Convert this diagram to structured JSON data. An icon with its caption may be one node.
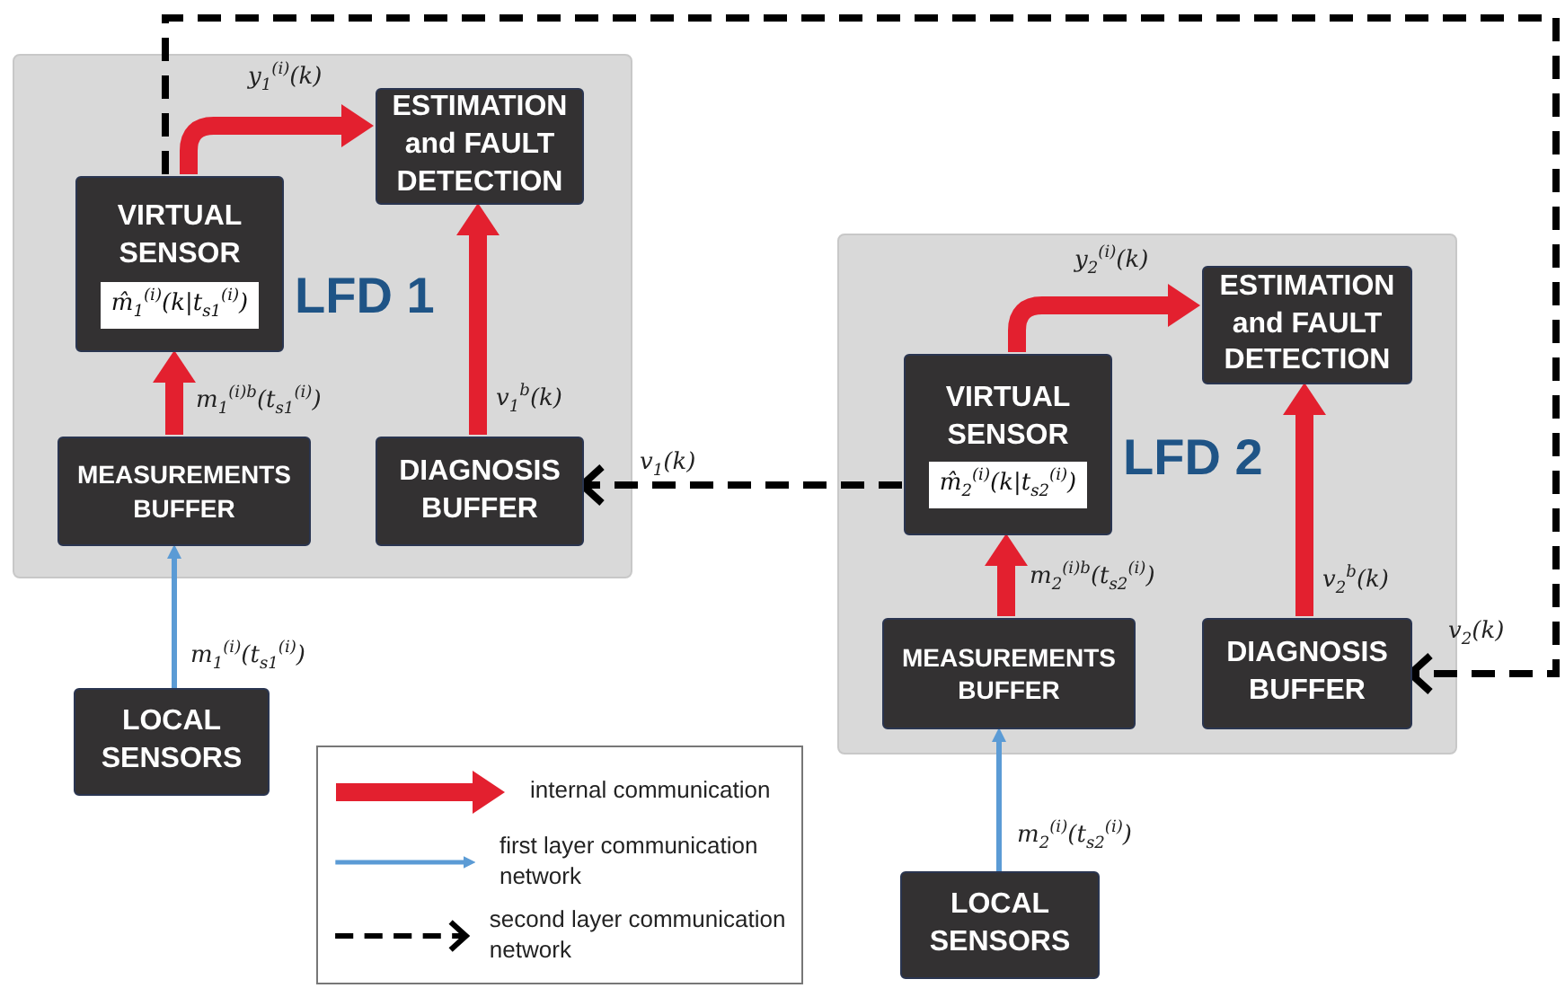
{
  "diagram": {
    "nodes": [
      {
        "text": [
          "LFD 1"
        ]
      },
      {
        "text": [
          "VIRTUAL SENSOR",
          "m̂$_{1}$$^{(i)}$(k|t$_{s1}$$^{(i)}$)"
        ],
        "in": 0
      },
      {
        "text": [
          "ESTIMATION and FAULT DETECTION"
        ],
        "in": 0
      },
      {
        "text": [
          "MEASUREMENTS BUFFER"
        ],
        "in": 0
      },
      {
        "text": [
          "DIAGNOSIS BUFFER"
        ],
        "in": 0
      },
      {
        "text": [
          "LOCAL SENSORS"
        ]
      },
      {
        "text": [
          "LFD 2"
        ]
      },
      {
        "text": [
          "VIRTUAL SENSOR",
          "m̂$_{2}$$^{(i)}$(k|t$_{s2}$$^{(i)}$)"
        ],
        "in": 6
      },
      {
        "text": [
          "ESTIMATION and FAULT DETECTION"
        ],
        "in": 6
      },
      {
        "text": [
          "MEASUREMENTS BUFFER"
        ],
        "in": 6
      },
      {
        "text": [
          "DIAGNOSIS BUFFER"
        ],
        "in": 6
      },
      {
        "text": [
          "LOCAL SENSORS"
        ]
      }
    ],
    "edges": [
      {
        "from": 1,
        "to": 2,
        "arrow": "to",
        "label": "y$_{1}$$^{(i)}$(k)"
      },
      {
        "from": 3,
        "to": 1,
        "arrow": "to",
        "label": "m$_{1}$$^{(i)b}$(t$_{s1}$$^{(i)}$)"
      },
      {
        "from": 4,
        "to": 2,
        "arrow": "to",
        "label": "v$_{1}$$^{b}$(k)"
      },
      {
        "from": 5,
        "to": 3,
        "arrow": "to",
        "label": "m$_{1}$$^{(i)}$(t$_{s1}$$^{(i)}$)",
        "color": "#5b9bd5"
      },
      {
        "from": 7,
        "to": 8,
        "arrow": "to",
        "label": "y$_{2}$$^{(i)}$(k)"
      },
      {
        "from": 9,
        "to": 7,
        "arrow": "to",
        "label": "m$_{2}$$^{(i)b}$(t$_{s2}$$^{(i)}$)"
      },
      {
        "from": 10,
        "to": 8,
        "arrow": "to",
        "label": "v$_{2}$$^{b}$(k)"
      },
      {
        "from": 11,
        "to": 9,
        "arrow": "to",
        "label": "m$_{2}$$^{(i)}$(t$_{s2}$$^{(i)}$)",
        "color": "#5b9bd5"
      },
      {
        "from": 7,
        "to": 4,
        "arrow": "to",
        "label": "v$_{1}$(k)",
        "style": "dashed",
        "color": "#000000"
      },
      {
        "from": 1,
        "to": 10,
        "arrow": "to",
        "label": "v$_{2}$(k)",
        "style": "dashed",
        "color": "#000000"
      }
    ],
    "legend": [
      {
        "text": "internal communication"
      },
      {
        "text": "first layer communication network"
      },
      {
        "text": "second layer communication network"
      }
    ]
  }
}
